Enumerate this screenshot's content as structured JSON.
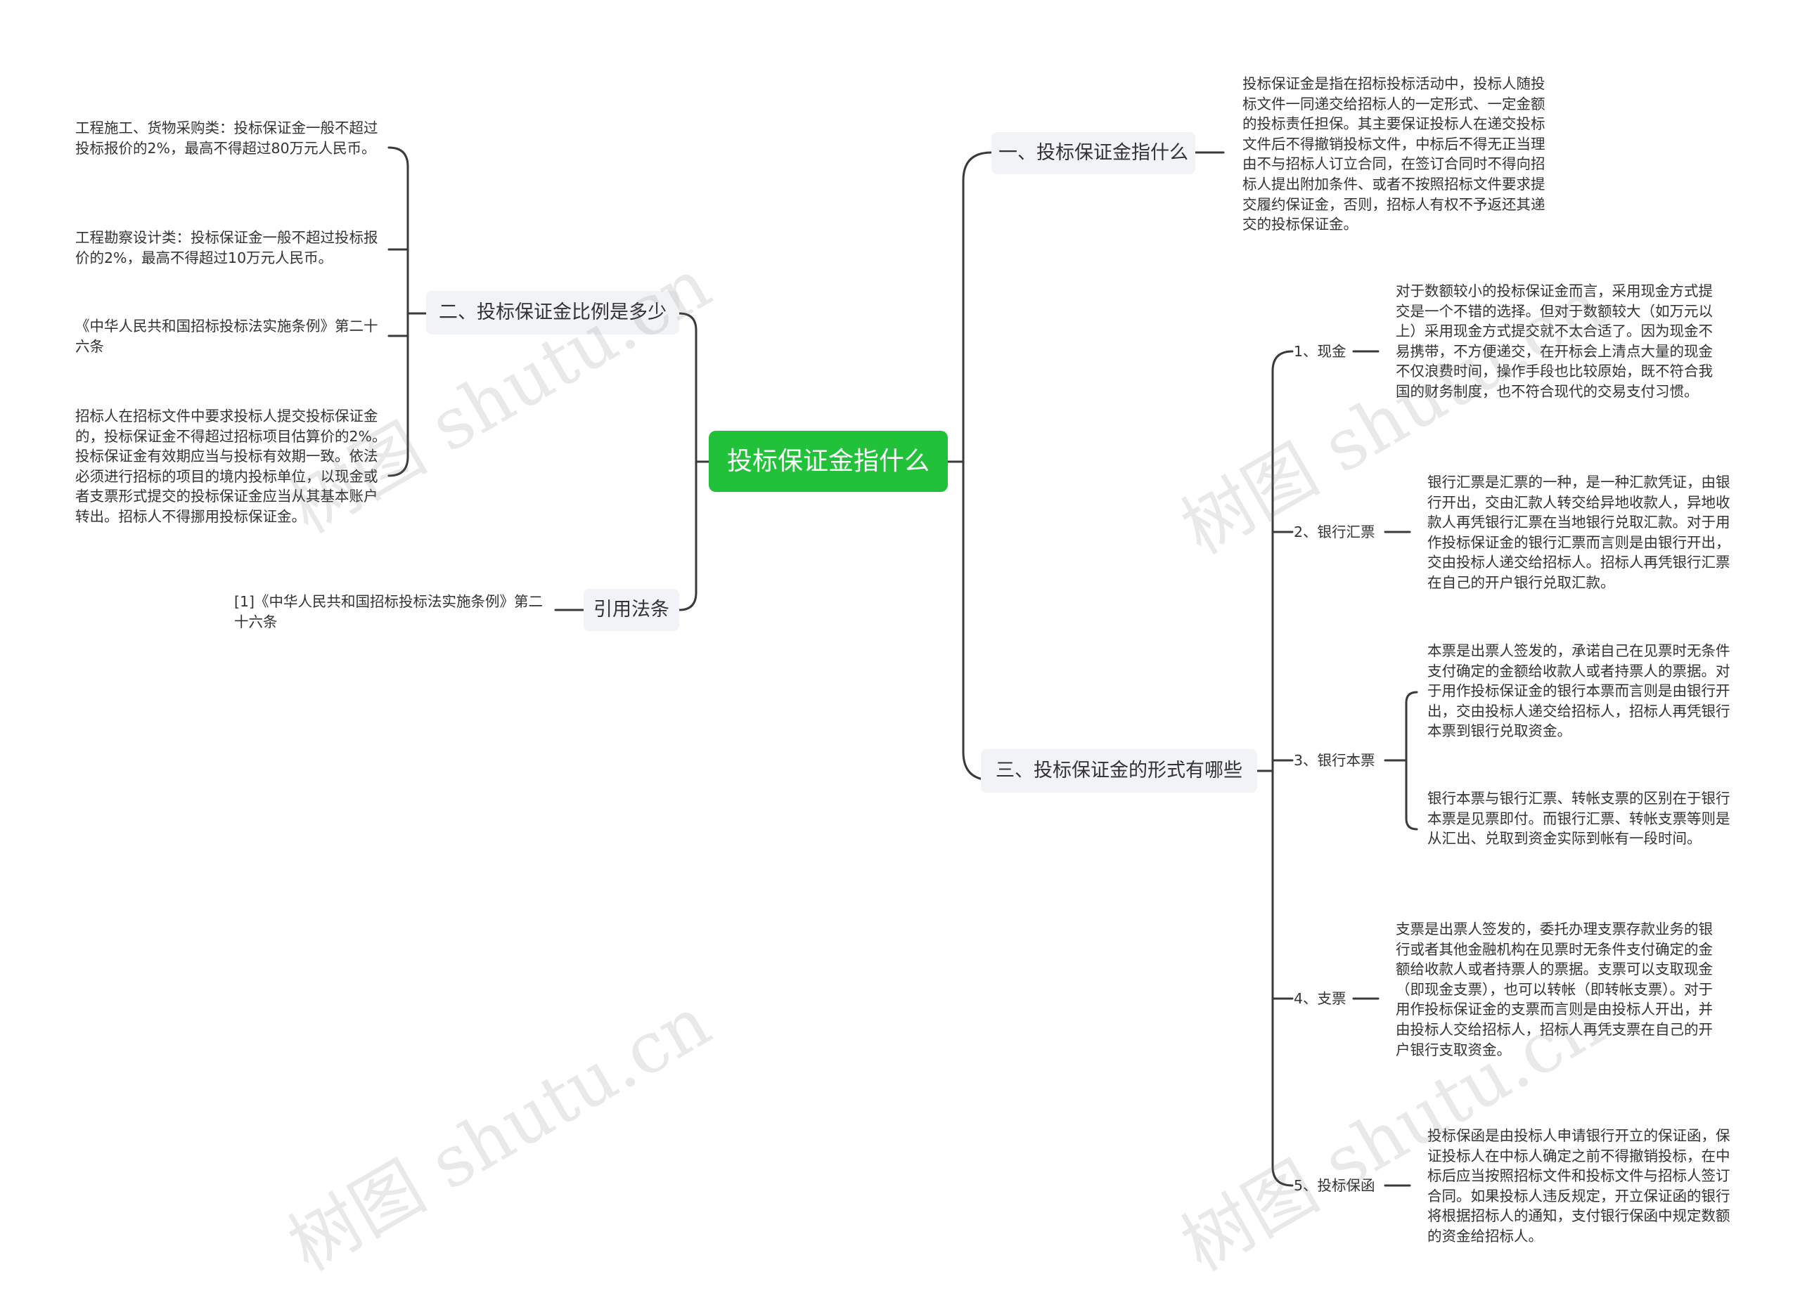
{
  "root": {
    "label": "投标保证金指什么"
  },
  "branches": {
    "b1": {
      "label": "一、投标保证金指什么",
      "text": "投标保证金是指在招标投标活动中，投标人随投标文件一同递交给招标人的一定形式、一定金额的投标责任担保。其主要保证投标人在递交投标文件后不得撤销投标文件，中标后不得无正当理由不与招标人订立合同，在签订合同时不得向招标人提出附加条件、或者不按照招标文件要求提交履约保证金，否则，招标人有权不予返还其递交的投标保证金。"
    },
    "b2": {
      "label": "二、投标保证金比例是多少",
      "leaves": [
        "工程施工、货物采购类：投标保证金一般不超过投标报价的2%，最高不得超过80万元人民币。",
        "工程勘察设计类：投标保证金一般不超过投标报价的2%，最高不得超过10万元人民币。",
        "《中华人民共和国招标投标法实施条例》第二十六条",
        "招标人在招标文件中要求投标人提交投标保证金的，投标保证金不得超过招标项目估算价的2%。投标保证金有效期应当与投标有效期一致。依法必须进行招标的项目的境内投标单位，以现金或者支票形式提交的投标保证金应当从其基本账户转出。招标人不得挪用投标保证金。"
      ]
    },
    "b3": {
      "label": "三、投标保证金的形式有哪些",
      "subs": [
        {
          "label": "1、现金",
          "texts": [
            "对于数额较小的投标保证金而言，采用现金方式提交是一个不错的选择。但对于数额较大（如万元以上）采用现金方式提交就不太合适了。因为现金不易携带，不方便递交，在开标会上清点大量的现金不仅浪费时间，操作手段也比较原始，既不符合我国的财务制度，也不符合现代的交易支付习惯。"
          ]
        },
        {
          "label": "2、银行汇票",
          "texts": [
            "银行汇票是汇票的一种，是一种汇款凭证，由银行开出，交由汇款人转交给异地收款人，异地收款人再凭银行汇票在当地银行兑取汇款。对于用作投标保证金的银行汇票而言则是由银行开出，交由投标人递交给招标人。招标人再凭银行汇票在自己的开户银行兑取汇款。"
          ]
        },
        {
          "label": "3、银行本票",
          "texts": [
            "本票是出票人签发的，承诺自己在见票时无条件支付确定的金额给收款人或者持票人的票据。对于用作投标保证金的银行本票而言则是由银行开出，交由投标人递交给招标人，招标人再凭银行本票到银行兑取资金。",
            "银行本票与银行汇票、转帐支票的区别在于银行本票是见票即付。而银行汇票、转帐支票等则是从汇出、兑取到资金实际到帐有一段时间。"
          ]
        },
        {
          "label": "4、支票",
          "texts": [
            "支票是出票人签发的，委托办理支票存款业务的银行或者其他金融机构在见票时无条件支付确定的金额给收款人或者持票人的票据。支票可以支取现金（即现金支票），也可以转帐（即转帐支票）。对于用作投标保证金的支票而言则是由投标人开出，并由投标人交给招标人，招标人再凭支票在自己的开户银行支取资金。"
          ]
        },
        {
          "label": "5、投标保函",
          "texts": [
            "投标保函是由投标人申请银行开立的保证函，保证投标人在中标人确定之前不得撤销投标，在中标后应当按照招标文件和投标文件与招标人签订合同。如果投标人违反规定，开立保证函的银行将根据招标人的通知，支付银行保函中规定数额的资金给招标人。"
          ]
        }
      ]
    },
    "b4": {
      "label": "引用法条",
      "text": "[1]《中华人民共和国招标投标法实施条例》第二十六条"
    }
  },
  "watermark": "树图 shutu.cn",
  "colors": {
    "root": "#21c13a",
    "branch_bg": "#f1f3f6",
    "line": "#3a3a3a"
  }
}
